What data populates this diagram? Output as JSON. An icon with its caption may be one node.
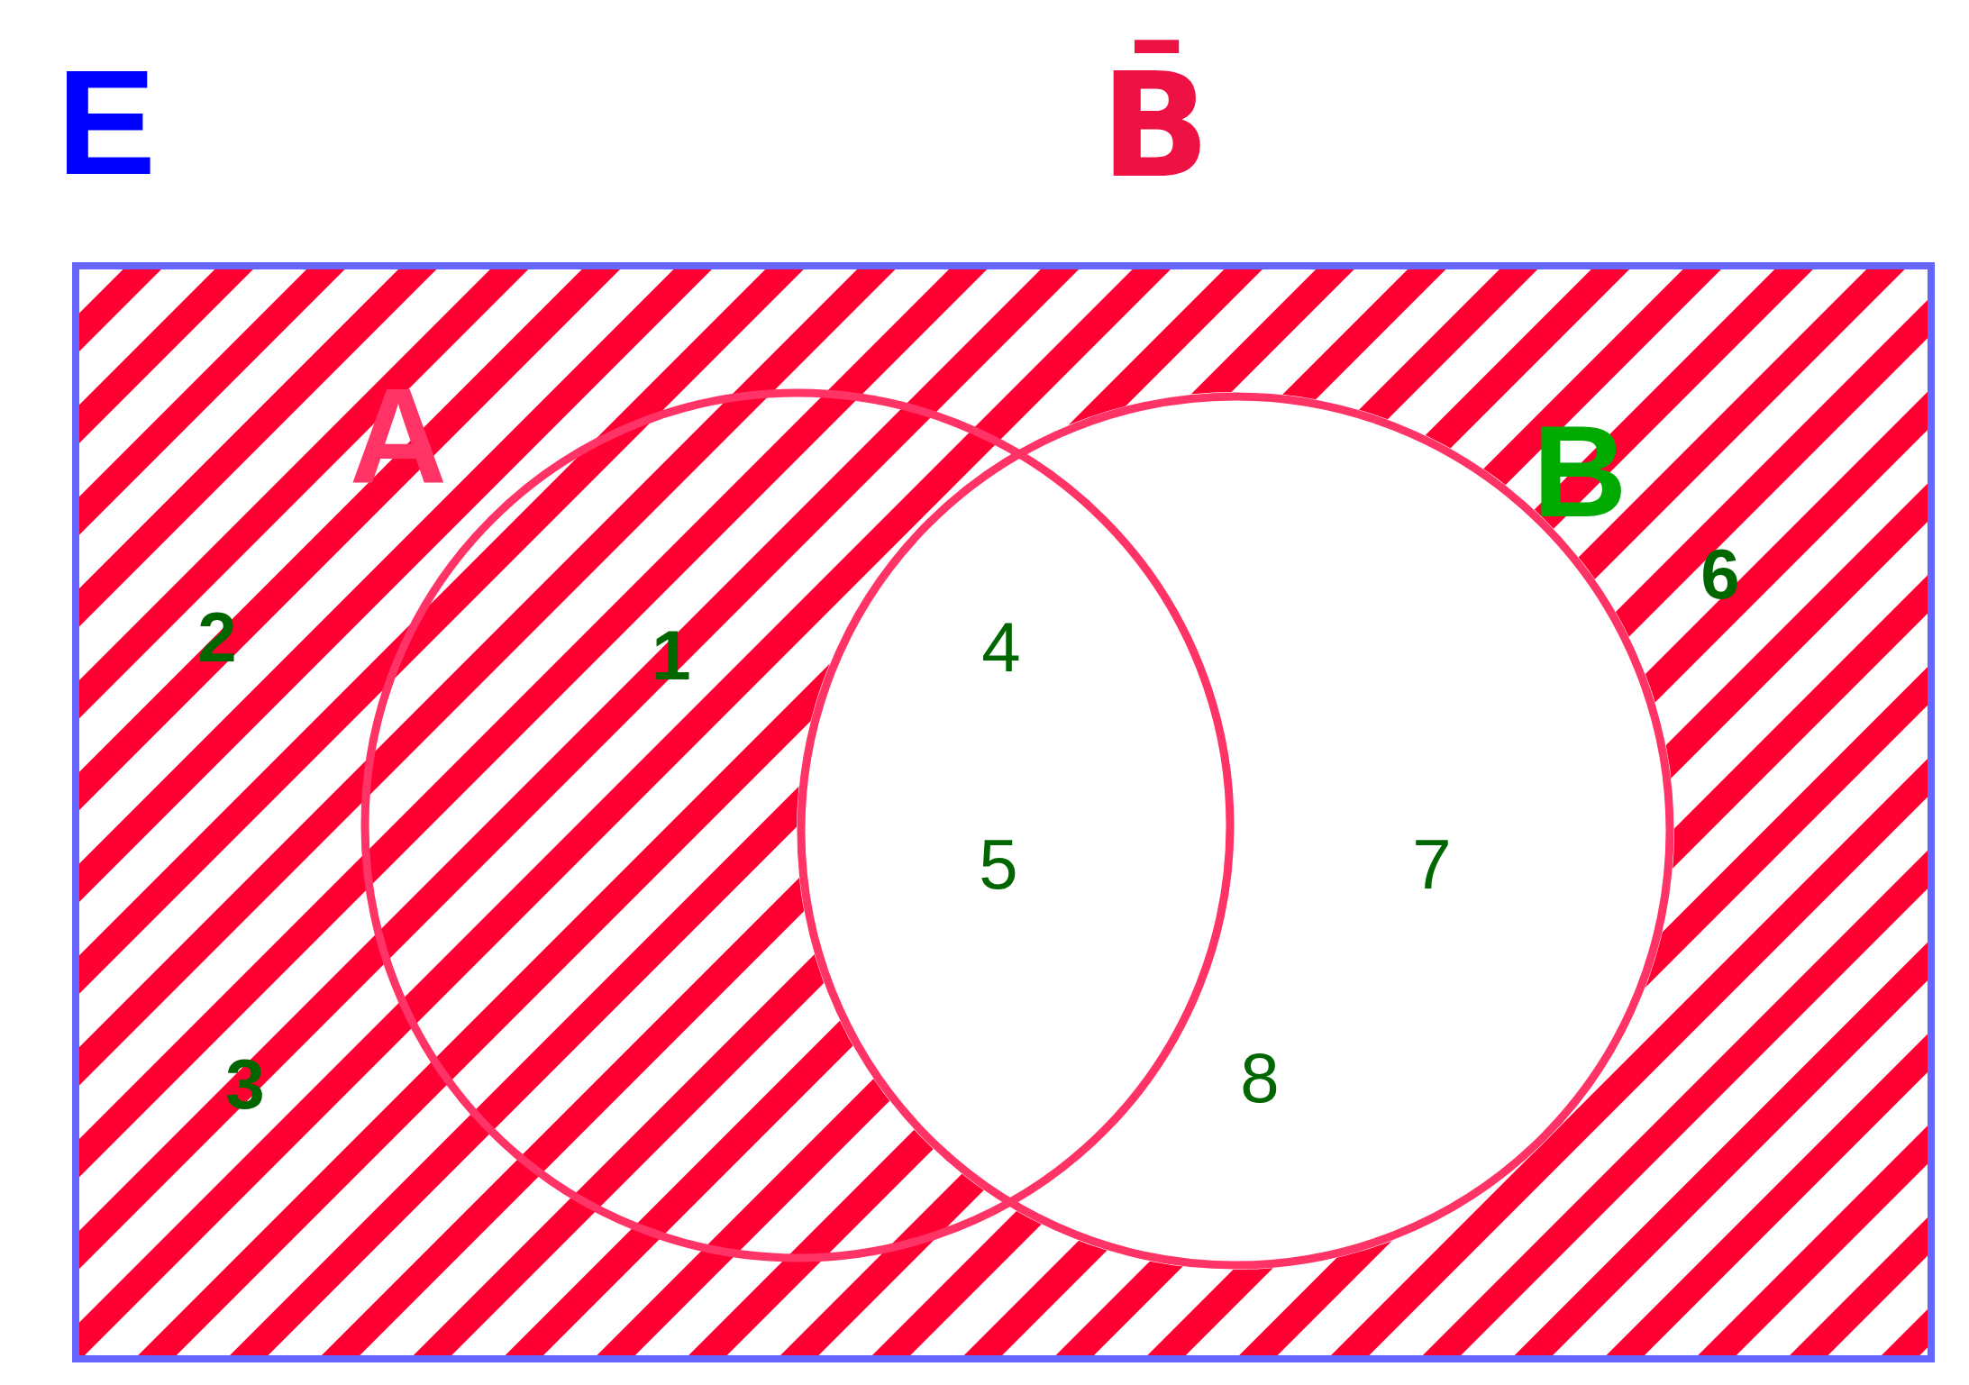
{
  "diagram": {
    "nodes": [
      {
        "text": [
          "E"
        ]
      },
      {
        "text": [
          "A"
        ],
        "in": 0
      },
      {
        "text": [
          "B"
        ],
        "in": 0
      }
    ],
    "labels": [
      "B̄",
      "6",
      "2",
      "4",
      "1",
      "5",
      "7",
      "8",
      "3"
    ]
  }
}
